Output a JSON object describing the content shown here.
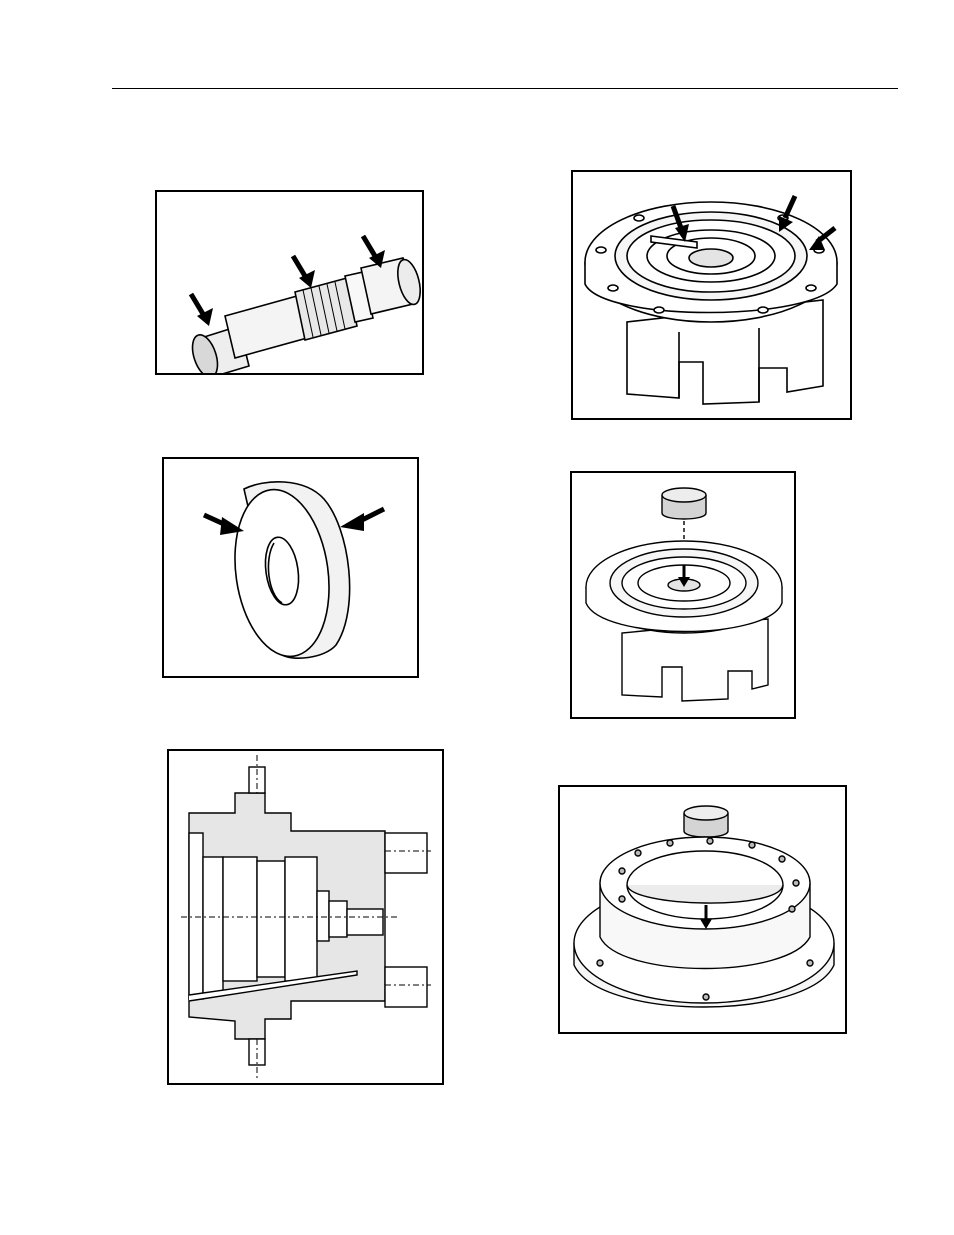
{
  "page": {
    "figures": [
      {
        "subject": "shaft"
      },
      {
        "subject": "housing-top"
      },
      {
        "subject": "disc"
      },
      {
        "subject": "housing-bushing"
      },
      {
        "subject": "section-view"
      },
      {
        "subject": "housing-bottom-bushing"
      }
    ]
  },
  "colors": {
    "line": "#000000",
    "fill": "#ffffff",
    "shade": "#e6e6e6",
    "mid": "#cfcfcf",
    "dark": "#9a9a9a"
  }
}
